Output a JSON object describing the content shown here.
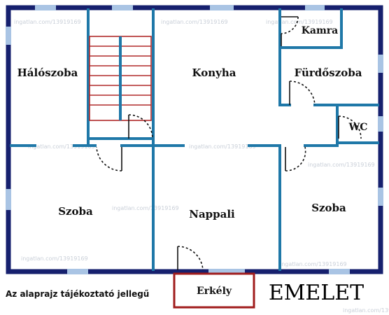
{
  "rooms": {
    "halo": "Hálószoba",
    "konyha": "Konyha",
    "kamra": "Kamra",
    "furdo": "Fürdőszoba",
    "wc": "WC",
    "szoba_left": "Szoba",
    "nappali": "Nappali",
    "szoba_right": "Szoba",
    "erkely": "Erkély"
  },
  "notes": {
    "disclaimer": "Az alaprajz tájékoztató jellegű",
    "floor": "EMELET"
  },
  "colors": {
    "wall": "#16206e",
    "inner_wall": "#1f78a8",
    "window": "#a9c4e4",
    "stair": "#b02a2a",
    "balcony": "#a01c1c",
    "door": "#111111"
  }
}
